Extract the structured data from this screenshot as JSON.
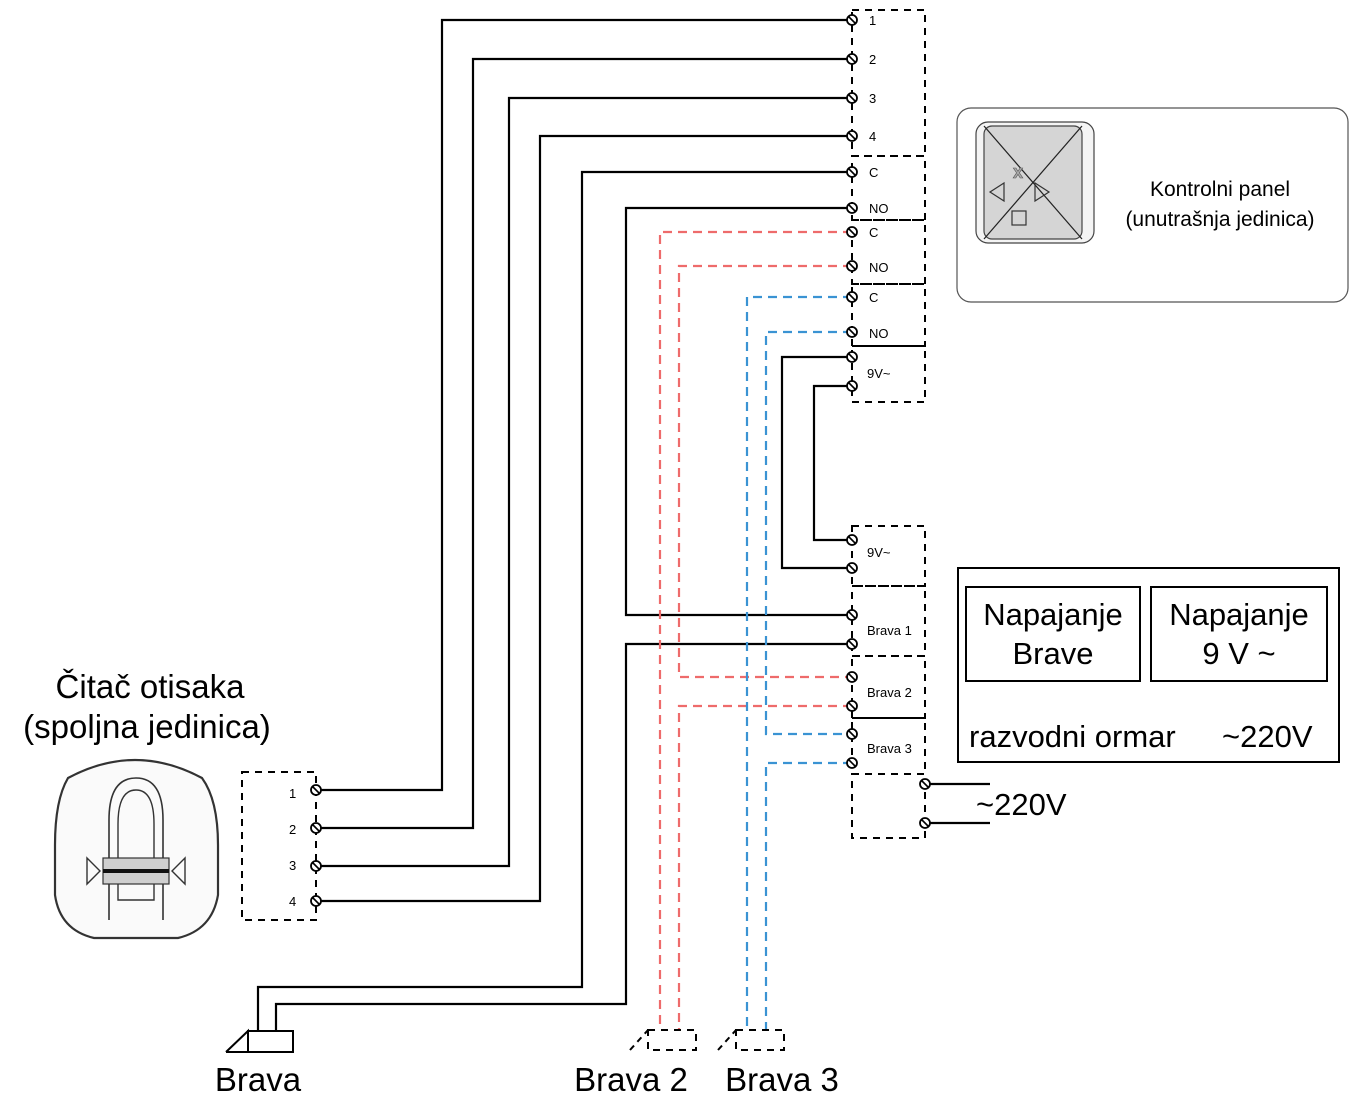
{
  "reader": {
    "title_line1": "Čitač otisaka",
    "title_line2": "(spoljna jedinica)",
    "terminals": [
      "1",
      "2",
      "3",
      "4"
    ]
  },
  "control_panel": {
    "title_line1": "Kontrolni panel",
    "title_line2": "(unutrašnja jedinica)",
    "terminals": [
      "1",
      "2",
      "3",
      "4",
      "C",
      "NO",
      "C",
      "NO",
      "C",
      "NO",
      "9V~"
    ]
  },
  "cabinet": {
    "box1_line1": "Napajanje",
    "box1_line2": "Brave",
    "box2_line1": "Napajanje",
    "box2_line2": "9 V ~",
    "label": "razvodni ormar",
    "voltage": "~220V",
    "terminals": [
      "9V~",
      "Brava 1",
      "Brava 2",
      "Brava 3"
    ]
  },
  "mains": {
    "label": "~220V"
  },
  "locks": {
    "brava": "Brava",
    "brava2": "Brava 2",
    "brava3": "Brava 3"
  },
  "colors": {
    "wire_main": "#000000",
    "wire_brava2": "#ee6b6b",
    "wire_brava3": "#3a93d3"
  }
}
